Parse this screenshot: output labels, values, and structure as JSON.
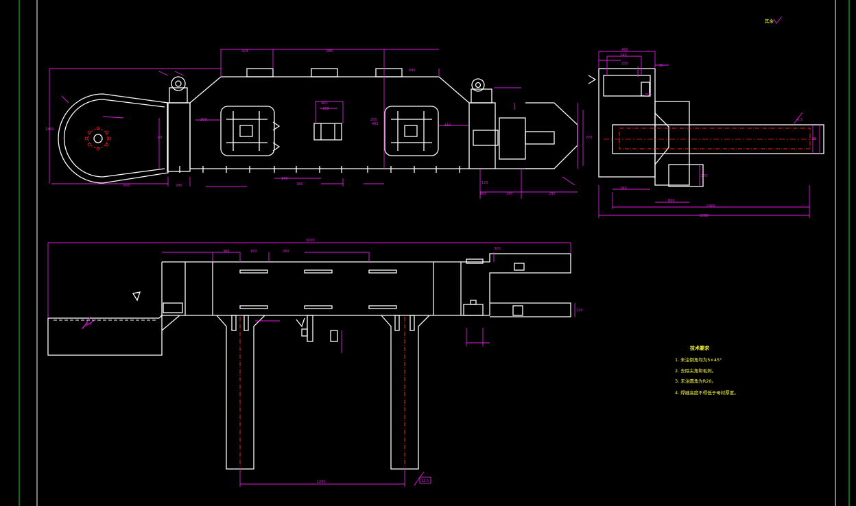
{
  "colors": {
    "background": "#000000",
    "outline": "#ffffff",
    "dimension": "#e020e0",
    "centerline": "#ff2020",
    "frame": "#22e022",
    "notes": "#ffff40"
  },
  "dimensions": {
    "front": [
      "324",
      "880",
      "640",
      "1400",
      "850",
      "400",
      "260",
      "280",
      "380",
      "140",
      "300",
      "200",
      "150",
      "120",
      "270",
      "60",
      "480",
      "240",
      "280",
      "600"
    ],
    "side": [
      "480",
      "240",
      "30",
      "250",
      "250",
      "280",
      "820",
      "2400",
      "2580",
      "270",
      "80"
    ],
    "plan": [
      "3200",
      "360",
      "160",
      "260",
      "320",
      "1200",
      "120"
    ]
  },
  "surface_marks": [
    "6.3",
    "12.5",
    "6.3"
  ],
  "tech_notes": {
    "title": "技术要求",
    "items": [
      "1. 未注倒角均为5×45°",
      "2. 去除尖角和毛刺。",
      "3. 未注圆角为R20。",
      "4. 焊缝高度不得低于母材厚度。"
    ]
  },
  "corner_mark": "其余"
}
